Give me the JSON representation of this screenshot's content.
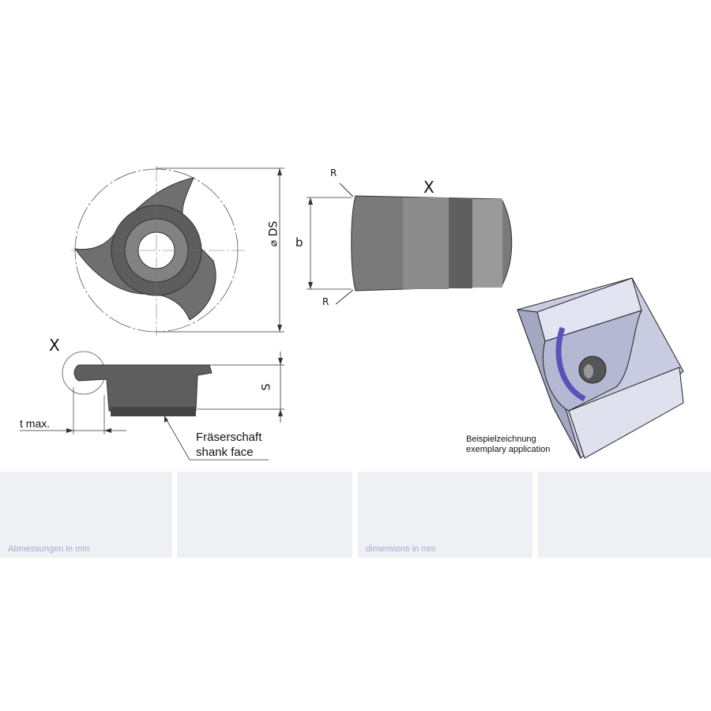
{
  "labels": {
    "ds": "⌀ DS",
    "b": "b",
    "r_top": "R",
    "r_bottom": "R",
    "x_side": "X",
    "x_detail": "X",
    "s": "S",
    "t_max": "t max.",
    "shank_de": "Fräserschaft",
    "shank_en": "shank face",
    "example_de": "Beispielzeichnung",
    "example_en": "exemplary application"
  },
  "panels": [
    {
      "text": "Abmessungen in mm"
    },
    {
      "text": ""
    },
    {
      "text": "dimensions in mm"
    },
    {
      "text": ""
    }
  ],
  "colors": {
    "panel_bg": "#eff0f4",
    "panel_text": "#a8abcf",
    "highlight": "#5a52b8"
  }
}
